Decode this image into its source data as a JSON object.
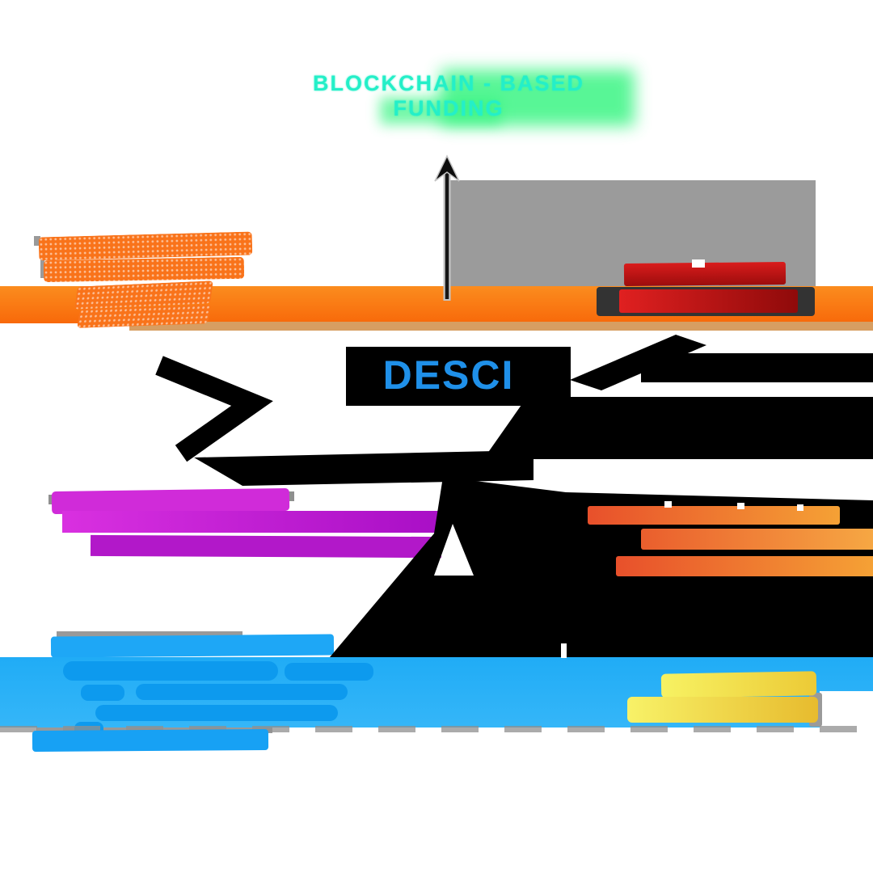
{
  "header": {
    "title_line1": "BLOCKCHAIN - BASED",
    "title_line2": "FUNDING"
  },
  "center": {
    "label": "DESCI"
  },
  "palette": {
    "teal_text": "#24EFC8",
    "teal_glow": "#3BF584",
    "halftone_orange": "#F9731A",
    "orange_band": "#F8690A",
    "tan_strip": "#D79E62",
    "dark_red": "#B81212",
    "gray_panel": "#9B9B9B",
    "desci_blue": "#1F90E9",
    "magenta": "#D02BD9",
    "purple": "#AE14C8",
    "flame_orange_start": "#E8502B",
    "flame_orange_end": "#F5A135",
    "sky_blue_bar": "#20ACF6",
    "blue_text": "#17A1F4",
    "yellow": "#F7F263",
    "gold": "#E7BB2E",
    "black_shapes": "#000000"
  },
  "redacted_line_counts": {
    "top_left_orange": 4,
    "top_right_red": 2,
    "mid_left_magenta": 3,
    "mid_right_flame": 3,
    "bottom_blue_above_bar": 1,
    "bottom_blue_inside_bar": 4,
    "bottom_right_yellow": 2,
    "bottom_blue_below_bar": 1
  }
}
